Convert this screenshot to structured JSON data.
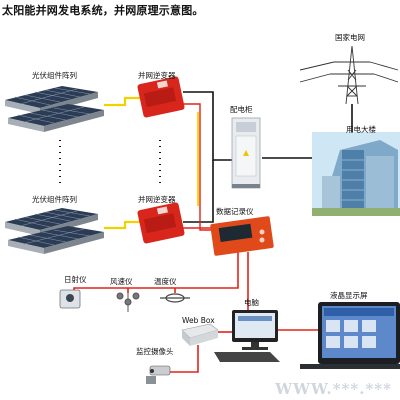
{
  "title": "太阳能并网发电系统，并网原理示意图。",
  "labels": {
    "pv_array_top": "光伏组件阵列",
    "inverter_top": "并网逆变器",
    "pv_array_bottom": "光伏组件阵列",
    "inverter_bottom": "并网逆变器",
    "distribution_cabinet": "配电柜",
    "national_grid": "国家电网",
    "building": "用电大楼",
    "data_logger": "数据记录仪",
    "irradiance_meter": "日射仪",
    "wind_meter": "风速仪",
    "temp_meter": "温度仪",
    "computer": "电脑",
    "web_box": "Web Box",
    "lcd_screen": "液晶显示屏",
    "camera": "监控摄像头"
  },
  "watermark": "WWW.***.***",
  "colors": {
    "ac_line": "#111111",
    "dc_line": "#f2d100",
    "signal_line": "#e2231a",
    "inverter_red": "#d8261c",
    "logger_red": "#e04a1a"
  }
}
